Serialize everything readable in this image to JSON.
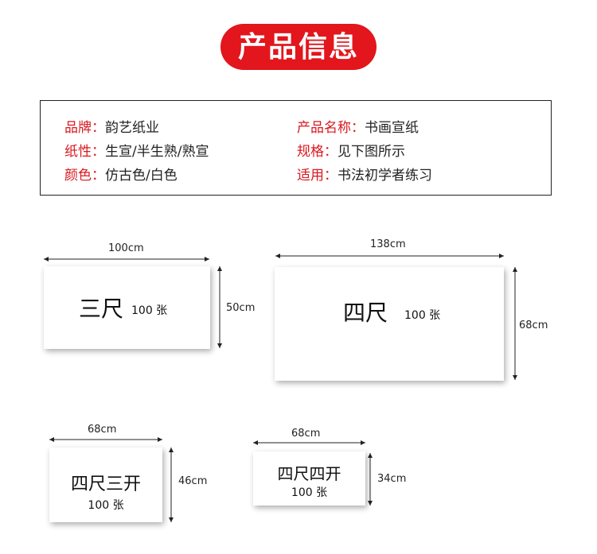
{
  "title": "产品信息",
  "info": {
    "brand": {
      "key": "品牌：",
      "value": "韵艺纸业"
    },
    "name": {
      "key": "产品名称：",
      "value": "书画宣纸"
    },
    "nature": {
      "key": "纸性：",
      "value": "生宣/半生熟/熟宣"
    },
    "spec": {
      "key": "规格：",
      "value": "见下图所示"
    },
    "color": {
      "key": "颜色：",
      "value": "仿古色/白色"
    },
    "usage": {
      "key": "适用：",
      "value": "书法初学者练习"
    }
  },
  "sheets": [
    {
      "name": "三尺",
      "qty": "100 张",
      "width": "100cm",
      "height": "50cm"
    },
    {
      "name": "四尺",
      "qty": "100 张",
      "width": "138cm",
      "height": "68cm"
    },
    {
      "name": "四尺三开",
      "qty": "100 张",
      "width": "68cm",
      "height": "46cm"
    },
    {
      "name": "四尺四开",
      "qty": "100 张",
      "width": "68cm",
      "height": "34cm"
    }
  ],
  "colors": {
    "accent": "#e2161c",
    "key_text": "#d9181f"
  }
}
